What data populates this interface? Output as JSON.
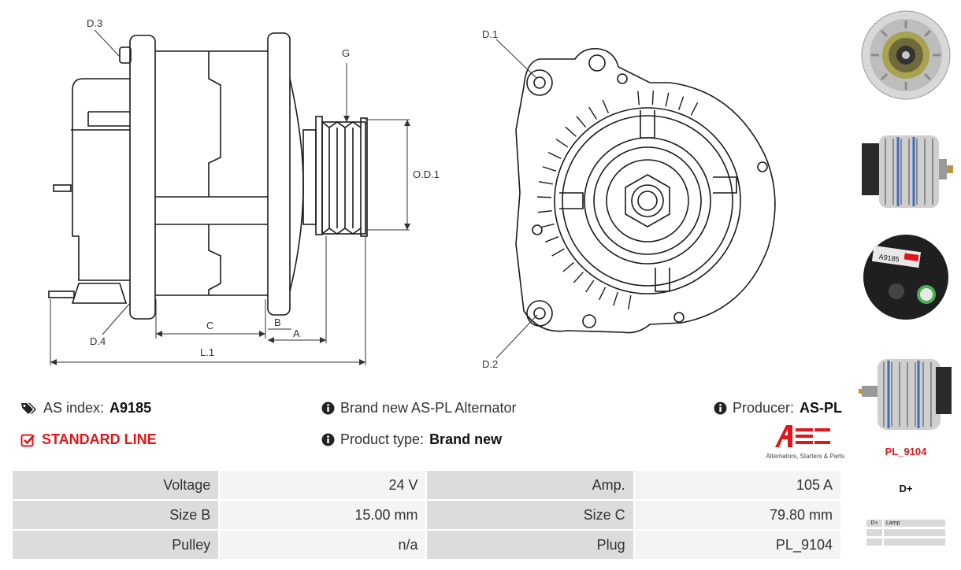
{
  "drawing": {
    "labels": {
      "d3": "D.3",
      "d4": "D.4",
      "g": "G",
      "od1": "O.D.1",
      "c": "C",
      "b": "B",
      "a": "A",
      "l1": "L.1",
      "d1": "D.1",
      "d2": "D.2"
    }
  },
  "info": {
    "as_index_label": "AS index:",
    "as_index_value": "A9185",
    "line_label": "STANDARD LINE",
    "description": "Brand new AS-PL Alternator",
    "product_type_label": "Product type:",
    "product_type_value": "Brand new",
    "producer_label": "Producer:",
    "producer_value": "AS-PL",
    "logo_tagline": "Alternators, Starters & Parts"
  },
  "specs": [
    {
      "k1": "Voltage",
      "v1": "24 V",
      "k2": "Amp.",
      "v2": "105 A"
    },
    {
      "k1": "Size B",
      "v1": "15.00 mm",
      "k2": "Size C",
      "v2": "79.80 mm"
    },
    {
      "k1": "Pulley",
      "v1": "n/a",
      "k2": "Plug",
      "v2": "PL_9104"
    }
  ],
  "sidebar": {
    "plug_code": "PL_9104",
    "plug_title": "D+",
    "plug_table": [
      {
        "pin": "D+",
        "desc": "Lamp"
      },
      {
        "pin": "",
        "desc": ""
      },
      {
        "pin": "",
        "desc": ""
      }
    ],
    "photo_stamp": "A9185"
  },
  "colors": {
    "accent_red": "#e0161b",
    "key_cell": "#dcdcdc",
    "value_cell": "#f4f4f4"
  },
  "icons": [
    "tag-icon",
    "check-square-icon",
    "info-icon"
  ]
}
